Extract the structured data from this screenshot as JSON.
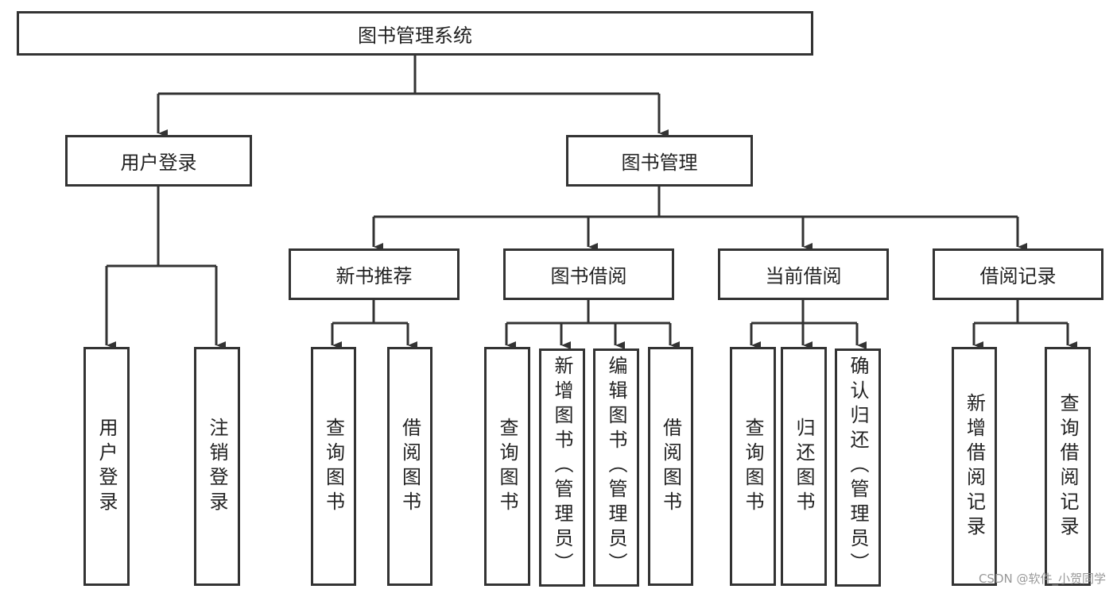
{
  "root": {
    "label": "图书管理系统"
  },
  "level1": [
    {
      "label": "用户登录"
    },
    {
      "label": "图书管理"
    }
  ],
  "level2": [
    {
      "label": "新书推荐"
    },
    {
      "label": "图书借阅"
    },
    {
      "label": "当前借阅"
    },
    {
      "label": "借阅记录"
    }
  ],
  "leaves": [
    {
      "label": "用户登录",
      "parent": "用户登录"
    },
    {
      "label": "注销登录",
      "parent": "用户登录"
    },
    {
      "label": "查询图书",
      "parent": "新书推荐"
    },
    {
      "label": "借阅图书",
      "parent": "新书推荐"
    },
    {
      "label": "查询图书",
      "parent": "图书借阅"
    },
    {
      "label": "新增图书（管理员）",
      "parent": "图书借阅"
    },
    {
      "label": "编辑图书（管理员）",
      "parent": "图书借阅"
    },
    {
      "label": "借阅图书",
      "parent": "图书借阅"
    },
    {
      "label": "查询图书",
      "parent": "当前借阅"
    },
    {
      "label": "归还图书",
      "parent": "当前借阅"
    },
    {
      "label": "确认归还（管理员）",
      "parent": "当前借阅"
    },
    {
      "label": "新增借阅记录",
      "parent": "借阅记录"
    },
    {
      "label": "查询借阅记录",
      "parent": "借阅记录"
    }
  ],
  "watermark": "CSDN @软件_小贺同学",
  "colors": {
    "stroke": "#333333",
    "background": "#ffffff"
  }
}
